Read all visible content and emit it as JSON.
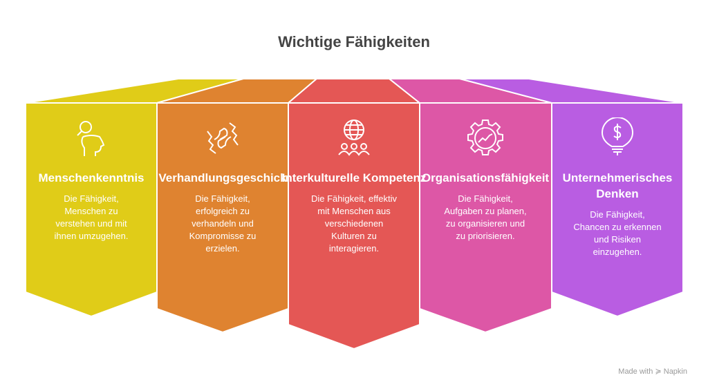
{
  "title": "Wichtige Fähigkeiten",
  "colors": [
    "#e0cc18",
    "#df8330",
    "#e45755",
    "#dd57a6",
    "#b95de2"
  ],
  "items": [
    {
      "icon": "head-search-icon",
      "heading": "Menschenkenntnis",
      "text": "Die Fähigkeit, Menschen zu verstehen und mit ihnen umzugehen."
    },
    {
      "icon": "handshake-icon",
      "heading": "Verhandlungsgeschick",
      "text": "Die Fähigkeit, erfolgreich zu verhandeln und Kompromisse zu erzielen."
    },
    {
      "icon": "globe-people-icon",
      "heading": "Interkulturelle Kompetenz",
      "text": "Die Fähigkeit, effektiv mit Menschen aus verschiedenen Kulturen zu interagieren."
    },
    {
      "icon": "gear-chart-icon",
      "heading": "Organisationsfähigkeit",
      "text": "Die Fähigkeit, Aufgaben zu planen, zu organisieren und zu priorisieren."
    },
    {
      "icon": "lightbulb-dollar-icon",
      "heading": "Unternehmerisches Denken",
      "text": "Die Fähigkeit, Chancen zu erkennen und Risiken einzugehen."
    }
  ],
  "footer": "Made with ≽ Napkin"
}
